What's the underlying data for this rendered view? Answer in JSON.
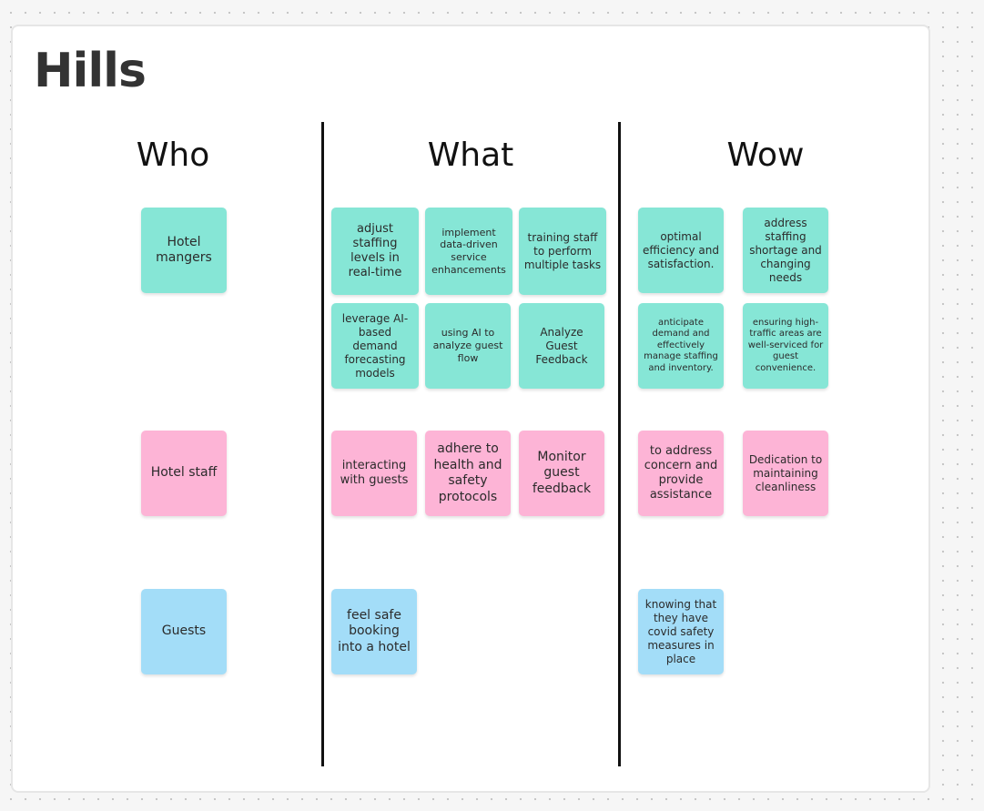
{
  "board": {
    "title": "Hills"
  },
  "columns": {
    "who": "Who",
    "what": "What",
    "wow": "Wow"
  },
  "colors": {
    "teal": "#86e6d6",
    "pink": "#fdb4d6",
    "blue": "#a3ddf8"
  },
  "notes": {
    "who_managers": "Hotel mangers",
    "who_staff": "Hotel staff",
    "who_guests": "Guests",
    "what_managers": [
      "adjust staffing levels in real-time",
      "implement data-driven service enhancements",
      "training staff to perform multiple tasks",
      "leverage AI-based demand forecasting models",
      "using AI to analyze guest flow",
      "Analyze Guest Feedback"
    ],
    "wow_managers": [
      "optimal efficiency and satisfaction.",
      "address staffing shortage and changing needs",
      "anticipate demand and effectively manage staffing and inventory.",
      "ensuring high-traffic areas are well-serviced for guest convenience."
    ],
    "what_staff": [
      "interacting with guests",
      "adhere to health and safety protocols",
      "Monitor guest feedback"
    ],
    "wow_staff": [
      "to address concern and provide assistance",
      "Dedication to maintaining cleanliness"
    ],
    "what_guests": [
      "feel safe booking into a hotel"
    ],
    "wow_guests": [
      "knowing that they have covid safety measures in place"
    ]
  }
}
